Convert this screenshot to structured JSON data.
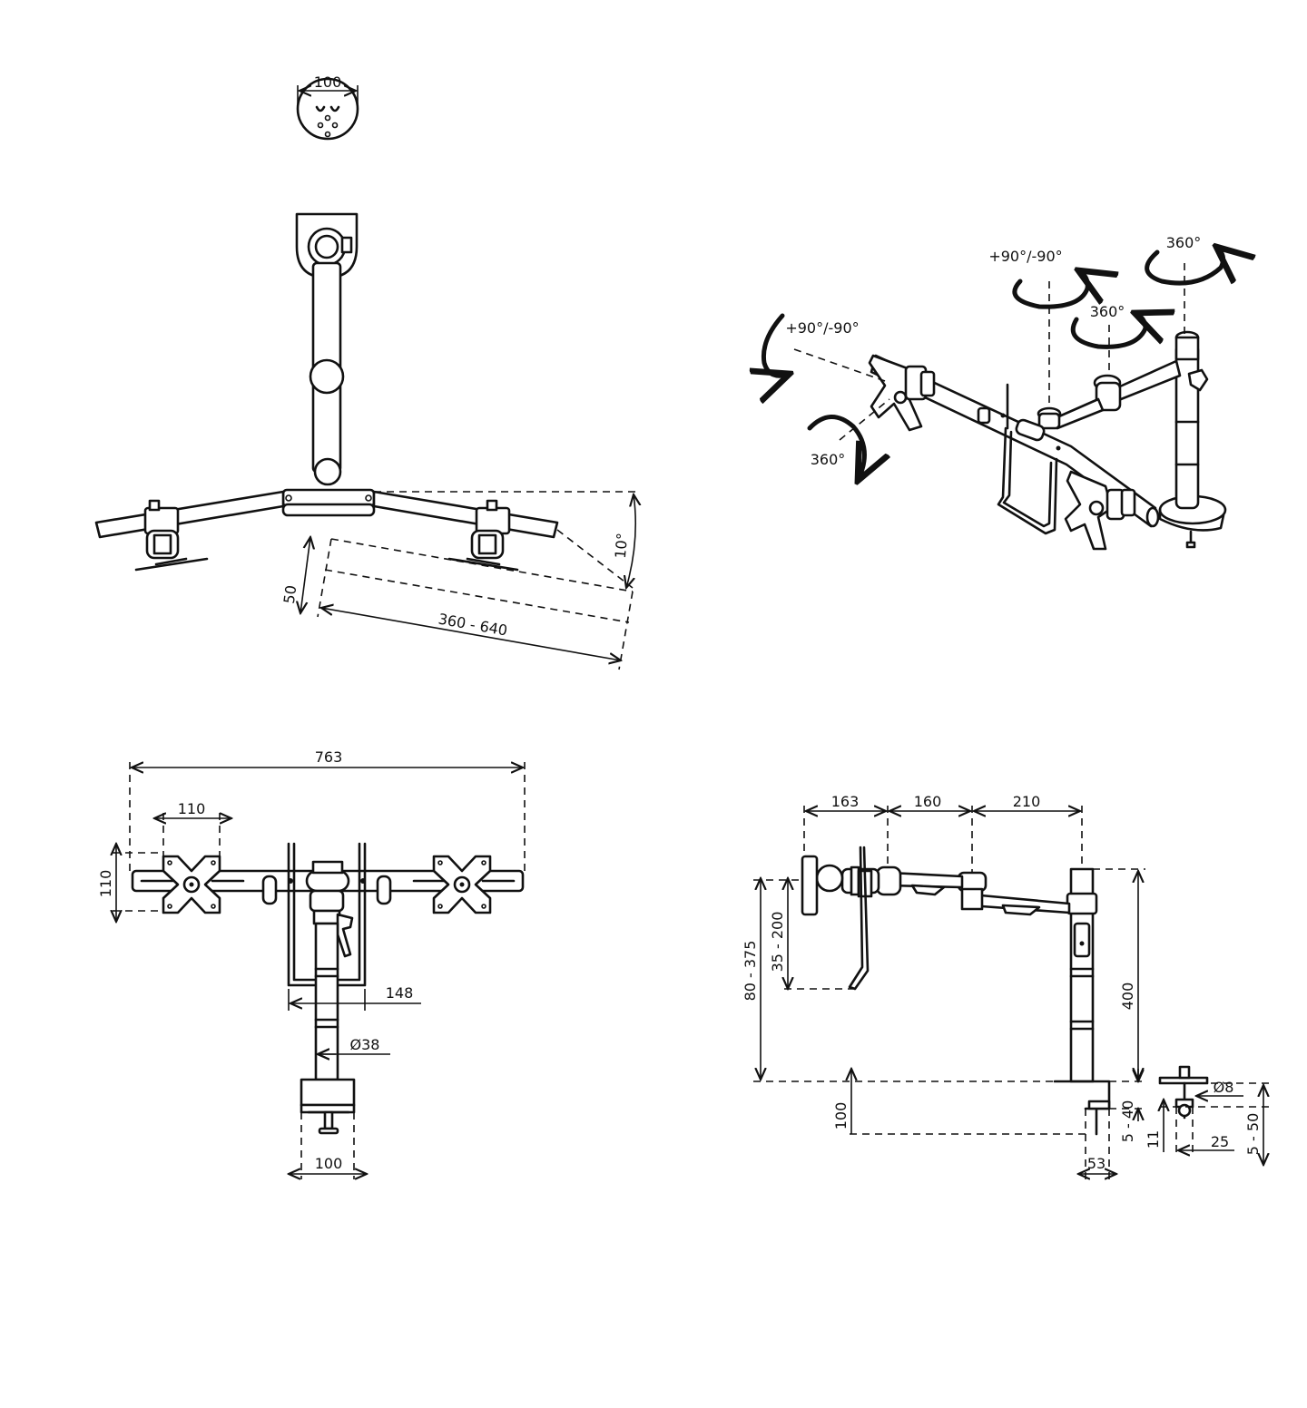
{
  "top_view": {
    "vesa_plate_width": "100",
    "tilt_angle": "10°",
    "depth_offset": "50",
    "width_range": "360 - 640"
  },
  "perspective_view": {
    "rotation_pole_top": "360°",
    "tilt_center": "+90°/-90°",
    "rotation_center": "360°",
    "tilt_left": "+90°/-90°",
    "rotation_left": "360°"
  },
  "front_view": {
    "total_width": "763",
    "vesa_width": "110",
    "vesa_height": "110",
    "handle_width": "148",
    "pole_diameter": "Ø38",
    "clamp_width": "100"
  },
  "side_view": {
    "arm_segment_1": "163",
    "arm_segment_2": "160",
    "arm_segment_3": "210",
    "height_range": "80 - 375",
    "handle_height_range": "35 - 200",
    "pole_height": "400",
    "clamp_depth": "100",
    "clamp_thickness_range": "5 - 40",
    "clamp_base_width": "53"
  },
  "grommet_detail": {
    "bolt_diameter": "Ø8",
    "grommet_height": "11",
    "grommet_width": "25",
    "desk_thickness_range": "5 - 50"
  },
  "colors": {
    "line": "#111111",
    "background": "#ffffff"
  }
}
